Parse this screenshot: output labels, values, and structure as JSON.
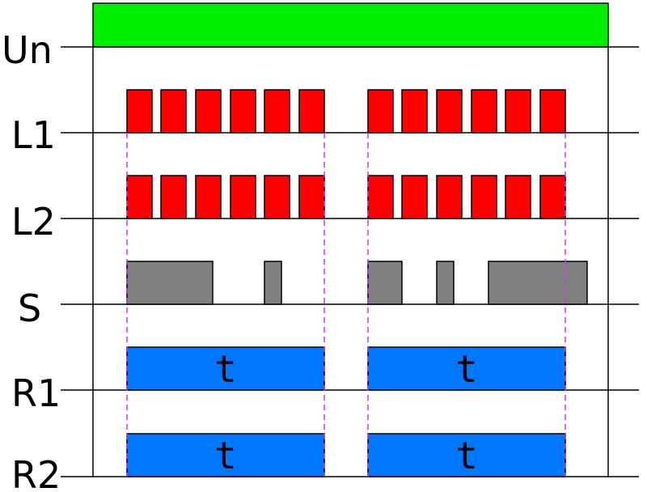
{
  "colors": {
    "supply": "#00ee00",
    "led": "#ff0000",
    "switch": "#808080",
    "relay": "#0077ff",
    "guide": "#cc33ff",
    "line": "#000000"
  },
  "rows": [
    {
      "id": "un",
      "label": "Un"
    },
    {
      "id": "l1",
      "label": "L1"
    },
    {
      "id": "l2",
      "label": "L2"
    },
    {
      "id": "s",
      "label": "S"
    },
    {
      "id": "r1",
      "label": "R1"
    },
    {
      "id": "r2",
      "label": "R2"
    }
  ],
  "relay_label": "t"
}
